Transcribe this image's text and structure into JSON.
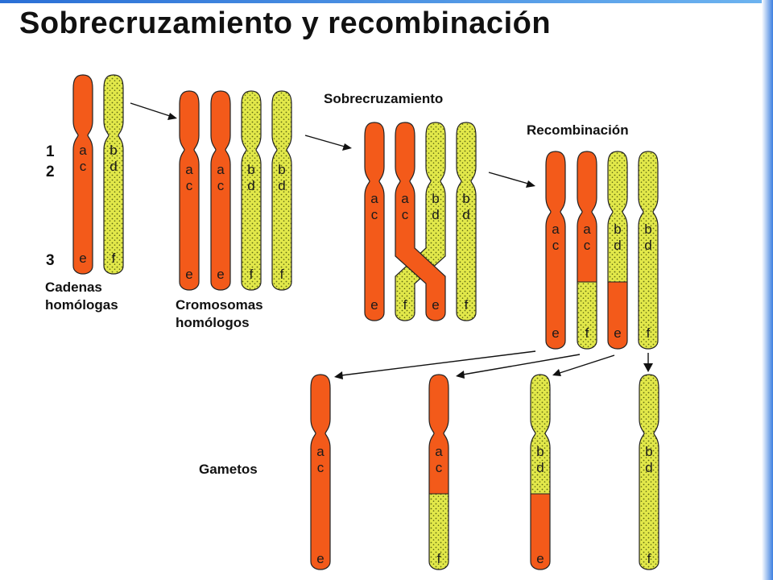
{
  "title": "Sobrecruzamiento y recombinación",
  "colors": {
    "maternal": "#f35a1a",
    "paternal": "#e2e84a",
    "dots": "#5f6a12",
    "outline": "#222222"
  },
  "labels": {
    "cadenas": "Cadenas homólogas",
    "cromosomas": "Cromosomas homólogos",
    "sobrecruzamiento": "Sobrecruzamiento",
    "recombinacion": "Recombinación",
    "gametos": "Gametos"
  },
  "locus_numbers": [
    "1",
    "2",
    "3"
  ],
  "genes": {
    "a": "a",
    "b": "b",
    "c": "c",
    "d": "d",
    "e": "e",
    "f": "f"
  }
}
